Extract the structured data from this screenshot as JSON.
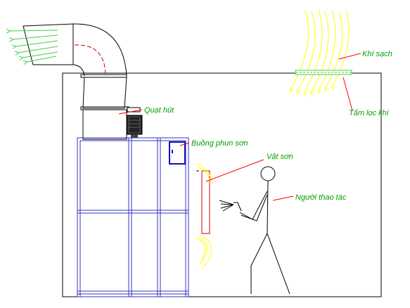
{
  "labels": {
    "clean_air": "Khí sạch",
    "filter_panel": "Tấm lọc khí",
    "exhaust_fan": "Quạt hút",
    "spray_booth": "Buồng phun sơn",
    "painted_object": "Vật sơn",
    "operator": "Người thao tác"
  },
  "colors": {
    "label_text": "#00a000",
    "leader_line": "#ff0000",
    "booth_frame": "#3030c0",
    "clean_air_arrows": "#ffff00",
    "exhaust_arrows": "#44cc44",
    "object_outline": "#cc0000",
    "filter_strip": "#44cc44"
  }
}
